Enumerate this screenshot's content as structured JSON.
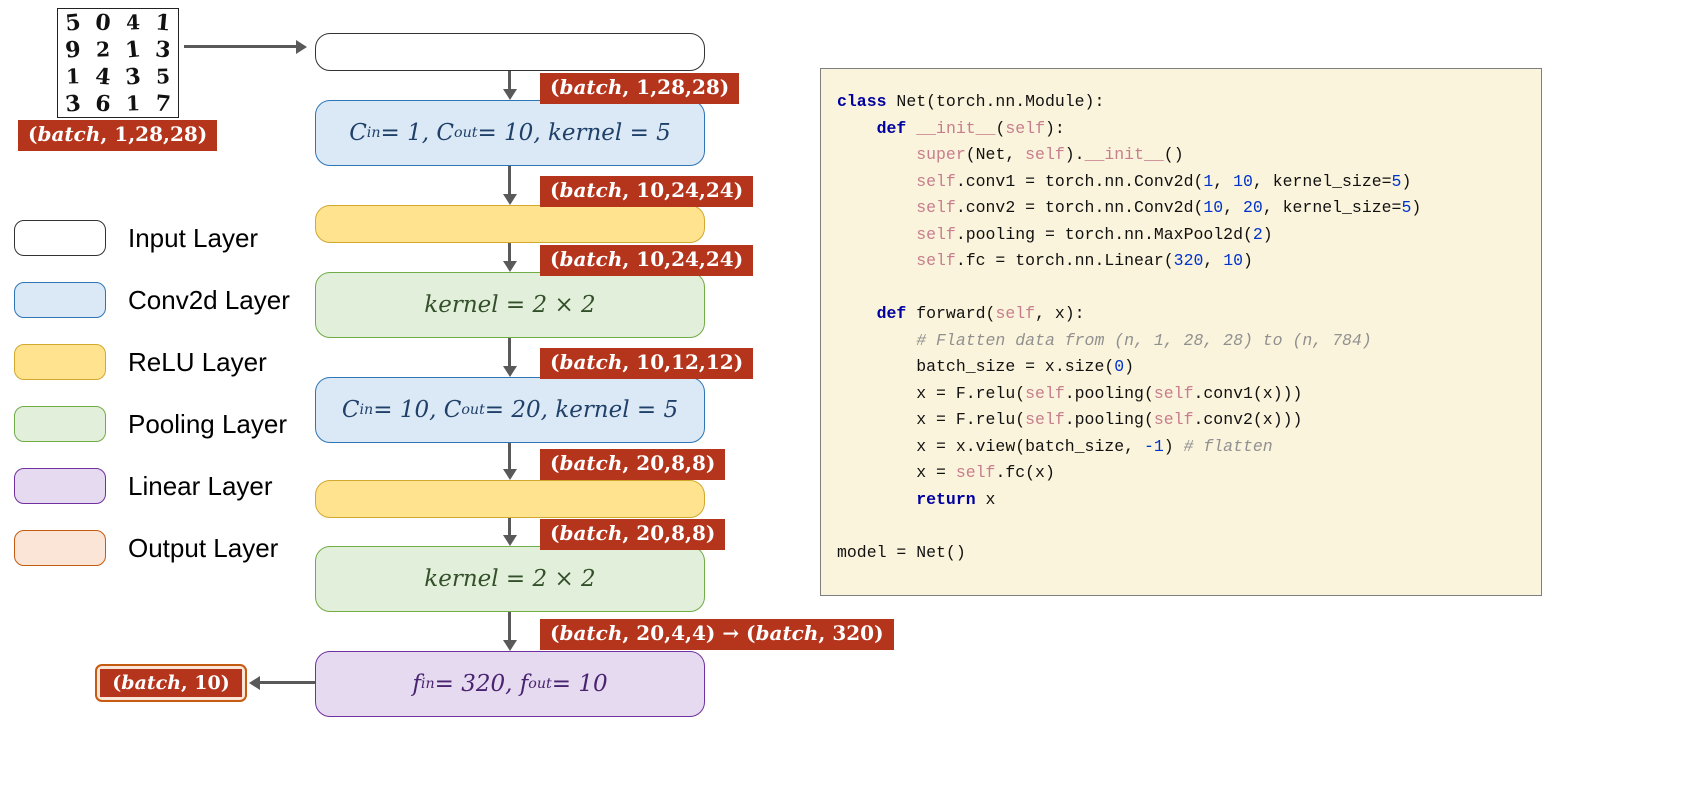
{
  "thumbnail": {
    "rows": [
      "5041",
      "9213",
      "1435",
      "3617"
    ],
    "label": "(*batch*, 1,28,28)"
  },
  "flow": {
    "conv1_label": "C_{in} = 1, C_{out} = 10, kernel = 5",
    "pool1_label": "kernel = 2 × 2",
    "conv2_label": "C_{in} = 10, C_{out} = 20, kernel = 5",
    "pool2_label": "kernel = 2 × 2",
    "linear_label": "f_{in} = 320, f_{out} = 10",
    "badges": [
      "(*batch*, 1,28,28)",
      "(*batch*, 10,24,24)",
      "(*batch*, 10,24,24)",
      "(*batch*, 10,12,12)",
      "(*batch*, 20,8,8)",
      "(*batch*, 20,8,8)",
      "(*batch*, 20,4,4) → (*batch*, 320)"
    ],
    "output_badge": "(*batch*, 10)"
  },
  "legend": {
    "items": [
      {
        "key": "input",
        "label": "Input Layer"
      },
      {
        "key": "conv",
        "label": "Conv2d Layer"
      },
      {
        "key": "relu",
        "label": "ReLU Layer"
      },
      {
        "key": "pool",
        "label": "Pooling Layer"
      },
      {
        "key": "linear",
        "label": "Linear Layer"
      },
      {
        "key": "output",
        "label": "Output Layer"
      }
    ]
  },
  "code": {
    "lines": [
      [
        {
          "t": "class",
          "c": "kw"
        },
        {
          "t": " Net(torch.nn.Module):",
          "c": "pl"
        }
      ],
      [
        {
          "t": "    ",
          "c": "pl"
        },
        {
          "t": "def",
          "c": "kw"
        },
        {
          "t": " ",
          "c": "pl"
        },
        {
          "t": "__init__",
          "c": "sf"
        },
        {
          "t": "(",
          "c": "pl"
        },
        {
          "t": "self",
          "c": "sf"
        },
        {
          "t": "):",
          "c": "pl"
        }
      ],
      [
        {
          "t": "        ",
          "c": "pl"
        },
        {
          "t": "super",
          "c": "sf"
        },
        {
          "t": "(Net, ",
          "c": "pl"
        },
        {
          "t": "self",
          "c": "sf"
        },
        {
          "t": ").",
          "c": "pl"
        },
        {
          "t": "__init__",
          "c": "sf"
        },
        {
          "t": "()",
          "c": "pl"
        }
      ],
      [
        {
          "t": "        ",
          "c": "pl"
        },
        {
          "t": "self",
          "c": "sf"
        },
        {
          "t": ".conv1 = torch.nn.Conv2d(",
          "c": "pl"
        },
        {
          "t": "1",
          "c": "num"
        },
        {
          "t": ", ",
          "c": "pl"
        },
        {
          "t": "10",
          "c": "num"
        },
        {
          "t": ", kernel_size=",
          "c": "pl"
        },
        {
          "t": "5",
          "c": "num"
        },
        {
          "t": ")",
          "c": "pl"
        }
      ],
      [
        {
          "t": "        ",
          "c": "pl"
        },
        {
          "t": "self",
          "c": "sf"
        },
        {
          "t": ".conv2 = torch.nn.Conv2d(",
          "c": "pl"
        },
        {
          "t": "10",
          "c": "num"
        },
        {
          "t": ", ",
          "c": "pl"
        },
        {
          "t": "20",
          "c": "num"
        },
        {
          "t": ", kernel_size=",
          "c": "pl"
        },
        {
          "t": "5",
          "c": "num"
        },
        {
          "t": ")",
          "c": "pl"
        }
      ],
      [
        {
          "t": "        ",
          "c": "pl"
        },
        {
          "t": "self",
          "c": "sf"
        },
        {
          "t": ".pooling = torch.nn.MaxPool2d(",
          "c": "pl"
        },
        {
          "t": "2",
          "c": "num"
        },
        {
          "t": ")",
          "c": "pl"
        }
      ],
      [
        {
          "t": "        ",
          "c": "pl"
        },
        {
          "t": "self",
          "c": "sf"
        },
        {
          "t": ".fc = torch.nn.Linear(",
          "c": "pl"
        },
        {
          "t": "320",
          "c": "num"
        },
        {
          "t": ", ",
          "c": "pl"
        },
        {
          "t": "10",
          "c": "num"
        },
        {
          "t": ")",
          "c": "pl"
        }
      ],
      [],
      [
        {
          "t": "    ",
          "c": "pl"
        },
        {
          "t": "def",
          "c": "kw"
        },
        {
          "t": " forward(",
          "c": "pl"
        },
        {
          "t": "self",
          "c": "sf"
        },
        {
          "t": ", x):",
          "c": "pl"
        }
      ],
      [
        {
          "t": "        ",
          "c": "pl"
        },
        {
          "t": "# Flatten data from (n, 1, 28, 28) to (n, 784)",
          "c": "com"
        }
      ],
      [
        {
          "t": "        batch_size = x.size(",
          "c": "pl"
        },
        {
          "t": "0",
          "c": "num"
        },
        {
          "t": ")",
          "c": "pl"
        }
      ],
      [
        {
          "t": "        x = F.relu(",
          "c": "pl"
        },
        {
          "t": "self",
          "c": "sf"
        },
        {
          "t": ".pooling(",
          "c": "pl"
        },
        {
          "t": "self",
          "c": "sf"
        },
        {
          "t": ".conv1(x)))",
          "c": "pl"
        }
      ],
      [
        {
          "t": "        x = F.relu(",
          "c": "pl"
        },
        {
          "t": "self",
          "c": "sf"
        },
        {
          "t": ".pooling(",
          "c": "pl"
        },
        {
          "t": "self",
          "c": "sf"
        },
        {
          "t": ".conv2(x)))",
          "c": "pl"
        }
      ],
      [
        {
          "t": "        x = x.view(batch_size, ",
          "c": "pl"
        },
        {
          "t": "-1",
          "c": "num"
        },
        {
          "t": ") ",
          "c": "pl"
        },
        {
          "t": "# flatten",
          "c": "com"
        }
      ],
      [
        {
          "t": "        x = ",
          "c": "pl"
        },
        {
          "t": "self",
          "c": "sf"
        },
        {
          "t": ".fc(x)",
          "c": "pl"
        }
      ],
      [
        {
          "t": "        ",
          "c": "pl"
        },
        {
          "t": "return",
          "c": "kw"
        },
        {
          "t": " x",
          "c": "pl"
        }
      ],
      [],
      [
        {
          "t": "model = Net()",
          "c": "pl"
        }
      ]
    ]
  },
  "colors": {
    "badge_bg": "#b5341c",
    "arrow": "#595959",
    "conv_fill": "#dbe8f6",
    "conv_border": "#2e75b6",
    "relu_fill": "#ffe38f",
    "relu_border": "#d2a82e",
    "pool_fill": "#e2efda",
    "pool_border": "#70ad47",
    "linear_fill": "#e6daf0",
    "linear_border": "#7030a0",
    "output_fill": "#fbe5d6",
    "output_border": "#c55a11",
    "code_bg": "#fbf4dc"
  }
}
